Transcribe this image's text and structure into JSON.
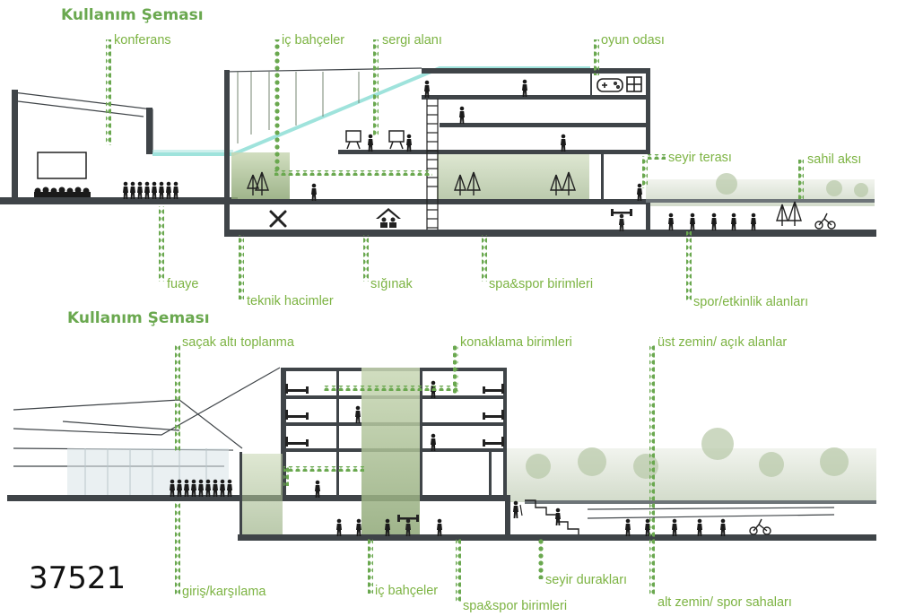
{
  "top_section": {
    "title": "Kullanım Şeması",
    "labels": {
      "konferans": "konferans",
      "ic_bahceler": "iç bahçeler",
      "sergi_alani": "sergi alanı",
      "oyun_odasi": "oyun odası",
      "seyir_terasi": "seyir terası",
      "sahil_aksi": "sahil aksı",
      "fuaye": "fuaye",
      "teknik_hacimler": "teknik hacimler",
      "siginak": "sığınak",
      "spa_spor": "spa&spor birimleri",
      "spor_etkinlik": "spor/etkinlik alanları"
    }
  },
  "bottom_section": {
    "title": "Kullanım Şeması",
    "labels": {
      "sacak_alti": "saçak altı toplanma",
      "konaklama": "konaklama birimleri",
      "ust_zemin": "üst zemin/ açık alanlar",
      "giris": "giriş/karşılama",
      "ic_bahceler": "iç bahçeler",
      "spa_spor": "spa&spor birimleri",
      "seyir_duraklari": "seyir durakları",
      "alt_zemin": "alt zemin/ spor sahaları"
    }
  },
  "project_number": "37521",
  "colors": {
    "accent": "#6aa84f",
    "structure": "#3f4448",
    "glass": "#9fe3dc"
  }
}
